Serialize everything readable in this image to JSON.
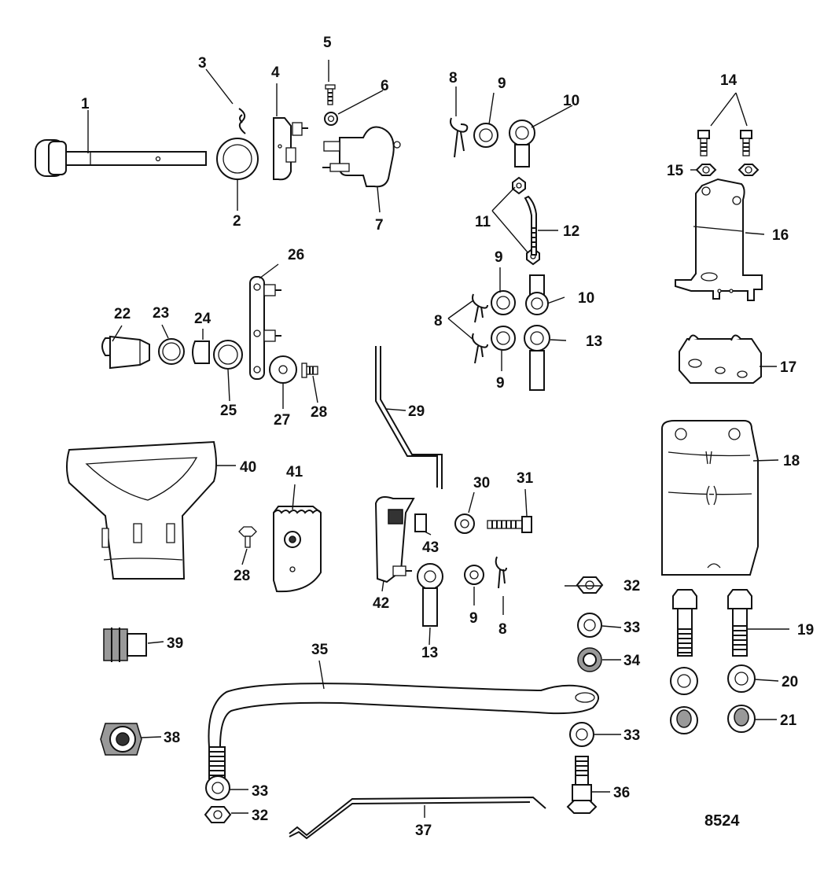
{
  "drawing_number": "8524",
  "callouts": {
    "c1": "1",
    "c2": "2",
    "c3": "3",
    "c4": "4",
    "c5": "5",
    "c6": "6",
    "c7": "7",
    "c8a": "8",
    "c8b": "8",
    "c8c": "8",
    "c9a": "9",
    "c9b": "9",
    "c9c": "9",
    "c9d": "9",
    "c10a": "10",
    "c10b": "10",
    "c11": "11",
    "c12": "12",
    "c13a": "13",
    "c13b": "13",
    "c14": "14",
    "c15": "15",
    "c16": "16",
    "c17": "17",
    "c18": "18",
    "c19": "19",
    "c20": "20",
    "c21": "21",
    "c22": "22",
    "c23": "23",
    "c24": "24",
    "c25": "25",
    "c26": "26",
    "c27": "27",
    "c28a": "28",
    "c28b": "28",
    "c29": "29",
    "c30": "30",
    "c31": "31",
    "c32a": "32",
    "c32b": "32",
    "c33a": "33",
    "c33b": "33",
    "c33c": "33",
    "c34": "34",
    "c35": "35",
    "c36": "36",
    "c37": "37",
    "c38": "38",
    "c39": "39",
    "c40": "40",
    "c41": "41",
    "c42": "42",
    "c43": "43"
  }
}
